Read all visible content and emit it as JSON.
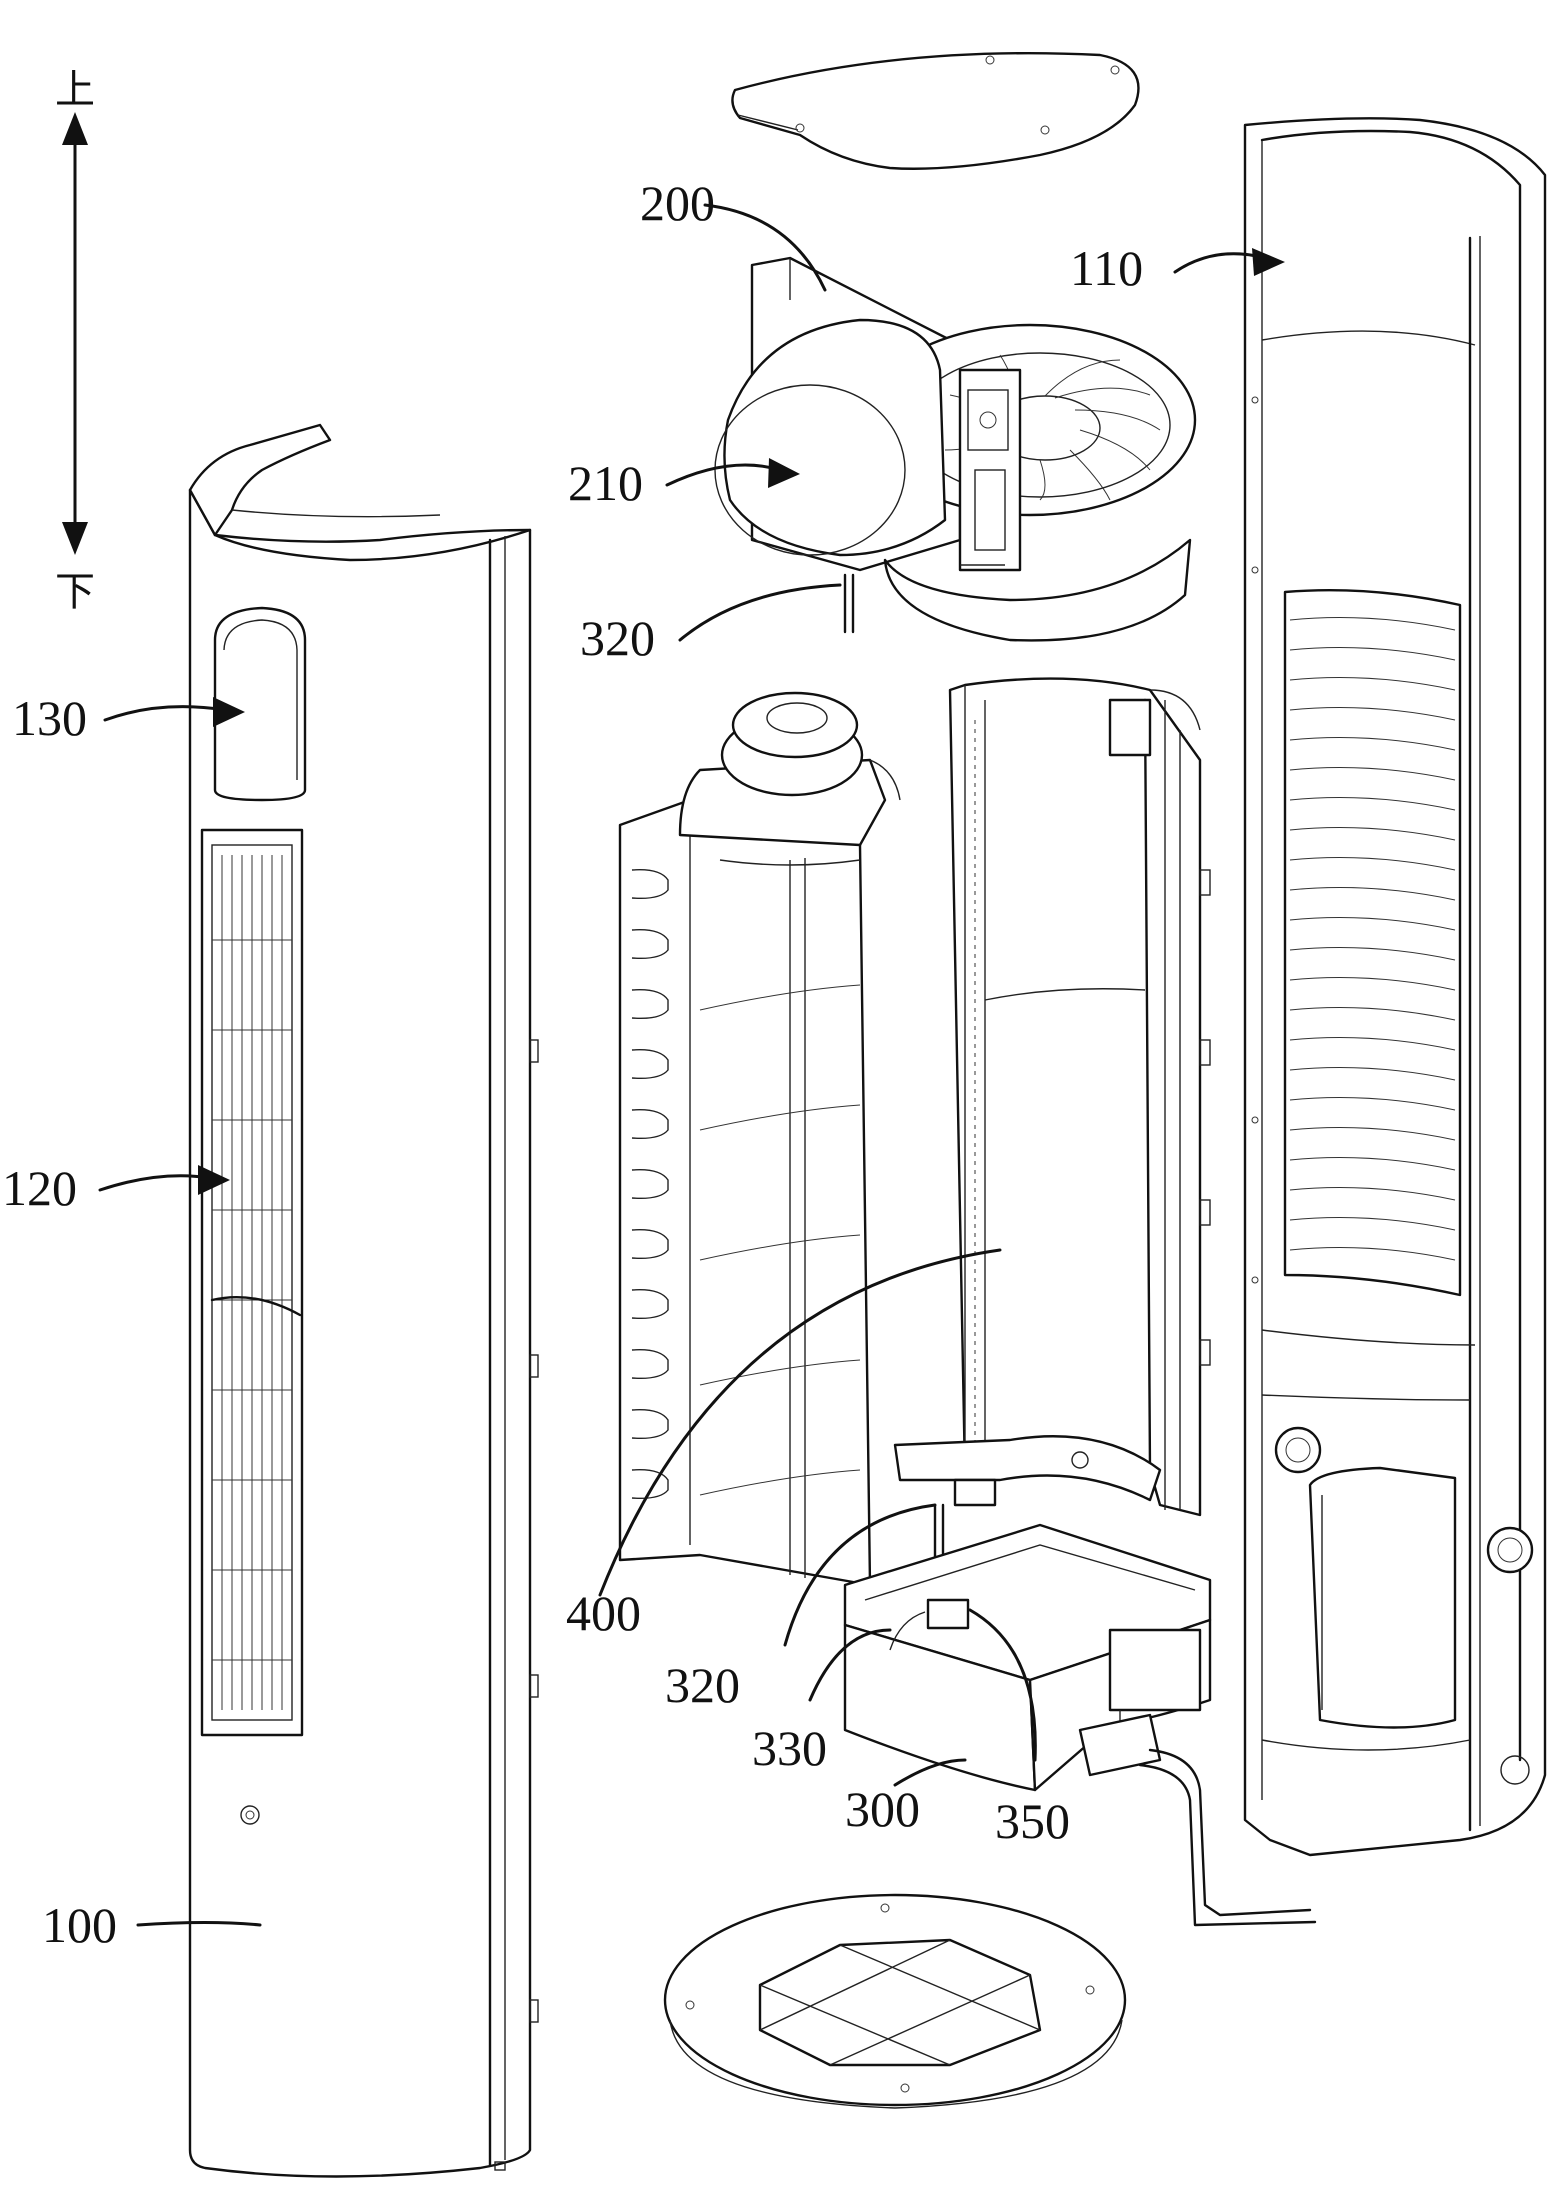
{
  "direction": {
    "up": "上",
    "down": "下"
  },
  "labels": {
    "l100": "100",
    "l110": "110",
    "l120": "120",
    "l130": "130",
    "l200": "200",
    "l210": "210",
    "l300": "300",
    "l320a": "320",
    "l320b": "320",
    "l330": "330",
    "l350": "350",
    "l400": "400"
  }
}
